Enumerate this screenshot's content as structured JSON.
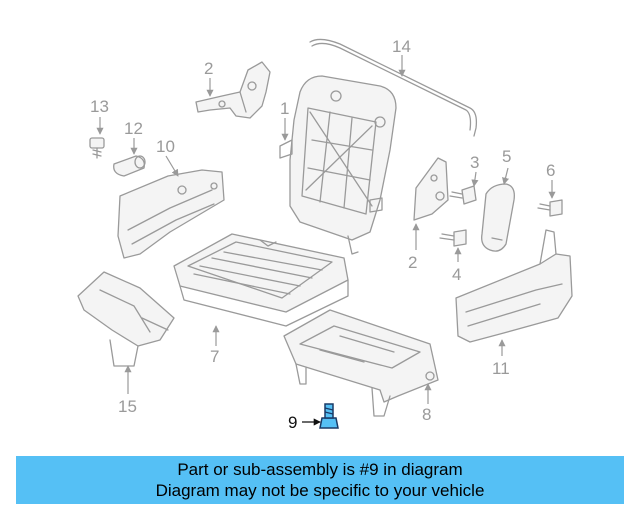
{
  "diagram": {
    "highlight_part": "9",
    "callouts": {
      "c1": "1",
      "c2a": "2",
      "c2b": "2",
      "c3": "3",
      "c4": "4",
      "c5": "5",
      "c6": "6",
      "c7": "7",
      "c8": "8",
      "c9": "9",
      "c10": "10",
      "c11": "11",
      "c12": "12",
      "c13": "13",
      "c14": "14",
      "c15": "15"
    },
    "colors": {
      "line": "#9a9a9a",
      "highlight_fill": "#55c0f5",
      "highlight_stroke": "#1a3a66"
    }
  },
  "banner": {
    "line1": "Part or sub-assembly is #9 in diagram",
    "line2": "Diagram may not be specific to your vehicle",
    "background": "#55c0f5"
  }
}
